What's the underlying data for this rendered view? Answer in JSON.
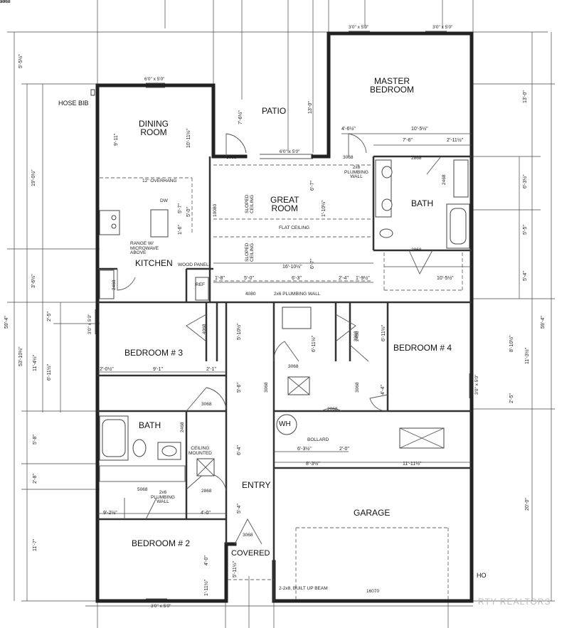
{
  "rooms": {
    "master_bedroom": "MASTER\nBEDROOM",
    "patio": "PATIO",
    "dining_room": "DINING\nROOM",
    "great_room": "GREAT\nROOM",
    "bath_master": "BATH",
    "kitchen": "KITCHEN",
    "bedroom3": "BEDROOM # 3",
    "bedroom4": "BEDROOM # 4",
    "bath2": "BATH",
    "entry": "ENTRY",
    "garage": "GARAGE",
    "bedroom2": "BEDROOM # 2",
    "covered": "COVERED",
    "wh": "WH"
  },
  "notes": {
    "hose_bib": "HOSE BIB",
    "hose_bib2": "HO",
    "overhang": "12\" OVERHANG",
    "dw": "DW",
    "range": "RANGE W/\nMICROWAVE\nABOVE",
    "wood_panel": "WOOD PANEL",
    "ref": "REF",
    "sloped1": "SLOPED\nCEILING",
    "sloped2": "SLOPED\nCEILING",
    "flat_ceiling": "FLAT CEILING",
    "plumb_wall_master": "2x6\nPLUMBING\nWALL",
    "plumb_wall_hall": "2x6 PLUMBING WALL",
    "plumb_wall_bath2": "2x6\nPLUMBING\nWALL",
    "ceiling_mounted": "CEILING\nMOUNTED",
    "bollard": "BOLLARD",
    "beam": "2-2x8, BUILT UP BEAM",
    "watermark": "RTY  REALTORS"
  },
  "openings": {
    "win_master_1": "3'0\" x 5'0\"",
    "win_master_2": "3'0\" x 5'0\"",
    "win_dining": "6'0\" x 5'0\"",
    "win_patio": "6'0\" x 5'0\"",
    "win_bed3": "3'0\" x 5'0\"",
    "win_bed4": "3'0\" x 5'0\"",
    "win_bed2": "3'0\" x 5'0\"",
    "d3068a": "3068",
    "d3068b": "3068",
    "d2868a": "2868",
    "d2868b": "2868",
    "d2468a": "2468",
    "d2468b": "2468",
    "d4068": "4068",
    "d4080": "4080",
    "d3068c": "3068",
    "d3068d": "3068",
    "d3068e": "3068",
    "d3068f": "3068",
    "d2068": "2068",
    "d2468c": "2468",
    "d2868c": "2868",
    "d5068": "5068",
    "d3068g": "3068",
    "d3068h": "3068",
    "d10080": "10080",
    "d16070": "16070",
    "d2468d": "2468",
    "d2868d": "2868",
    "d5068b": "5068",
    "d3068i": "3068"
  },
  "dims": {
    "left_overall": "59'-4\"",
    "right_overall": "59'-4\"",
    "left_top": "5'-5½\"",
    "left_1": "19'-0½\"",
    "left_2": "3'-6½\"",
    "left_3": "53'-10½\"",
    "left_4": "11'-4½\"",
    "left_5": "2'-5\"",
    "left_6": "6'-11½\"",
    "left_7": "5'-8\"",
    "left_8": "2'-8\"",
    "left_9": "11'-7\"",
    "right_1": "13'-0\"",
    "right_2": "6'-3½\"",
    "right_3": "5'-5\"",
    "right_4": "5'-4\"",
    "right_5": "8'-10½\"",
    "right_6": "11'-3½\"",
    "right_7": "2'-5\"",
    "right_8": "20'-0\"",
    "dining_w": "9'-11\"",
    "dining_h": "10'-11½\"",
    "patio_v": "7'-6½\"",
    "patio_v2": "13'-0\"",
    "mb_1": "4'-6½\"",
    "mb_2": "10'-5½\"",
    "mb_3": "7'-6\"",
    "mb_4": "2'-11½\"",
    "gr_1": "6'-7\"",
    "gr_2": "1'-10½\"",
    "gr_3": "6'-7\"",
    "gr_w": "16'-10½\"",
    "k_1": "5'-7\"",
    "k_2": "5'-0\"",
    "k_3": "1'-6\"",
    "row_1": "1'-8\"",
    "row_2": "5'-0\"",
    "row_3": "6'-3\"",
    "row_4": "2'-4\"",
    "row_5": "1'-9½\"",
    "bath_w": "10'-5½\"",
    "hall_1": "5'-10½\"",
    "hall_2": "6'-11½\"",
    "hall_3": "6'-11½\"",
    "hall_4": "5'-6\"",
    "hall_5": "6'-4\"",
    "hall_6": "5'-4\"",
    "b3_1": "2'-0½\"",
    "b3_2": "9'-1\"",
    "b3_3": "2'-1\"",
    "b4_1": "4'-4\"",
    "g_1": "6'-3½\"",
    "g_2": "2'-0\"",
    "g_3": "8'-3½\"",
    "g_4": "11'-11½\"",
    "b2_1": "9'-2½\"",
    "b2_2": "4'-0\"",
    "cov_1": "4'-0\"",
    "cov_2": "5'-11½\"",
    "b2_3": "1'-11½\""
  }
}
